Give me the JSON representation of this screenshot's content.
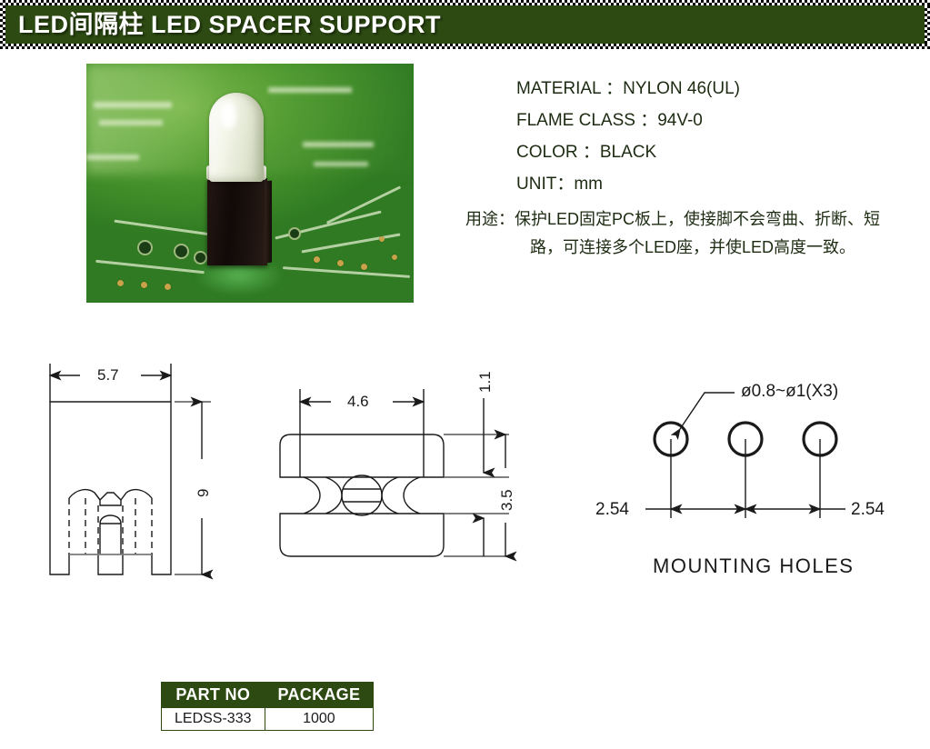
{
  "header": {
    "title": "LED间隔柱 LED SPACER SUPPORT",
    "band_color": "#2d4a12",
    "text_color": "#ffffff"
  },
  "photo": {
    "alt_name": "led-spacer-on-pcb-photo"
  },
  "spec": {
    "lines": [
      "MATERIAL  ：NYLON 46(UL)",
      "FLAME CLASS  ：94V-0",
      "COLOR  ：BLACK",
      "UNIT：mm"
    ],
    "material": "MATERIAL  ：NYLON 46(UL)",
    "flame_class": "FLAME CLASS  ：94V-0",
    "color": "COLOR  ：BLACK",
    "unit": "UNIT：mm"
  },
  "description": {
    "line1": "用途：保护LED固定PC板上，使接脚不会弯曲、折断、短",
    "line2": "路，可连接多个LED座，并使LED高度一致。"
  },
  "drawings": {
    "front_view": {
      "width_dim": "5.7",
      "height_dim": "9"
    },
    "side_view": {
      "width_dim": "4.6",
      "upper_gap_dim": "1.1",
      "total_height_dim": "3.5"
    },
    "mounting_holes": {
      "hole_callout": "ø0.8~ø1(X3)",
      "pitch_left": "2.54",
      "pitch_right": "2.54",
      "caption": "MOUNTING  HOLES"
    }
  },
  "parts_table": {
    "headers": [
      "PART NO",
      "PACKAGE"
    ],
    "rows": [
      {
        "part_no": "LEDSS-333",
        "package": "1000"
      }
    ]
  }
}
